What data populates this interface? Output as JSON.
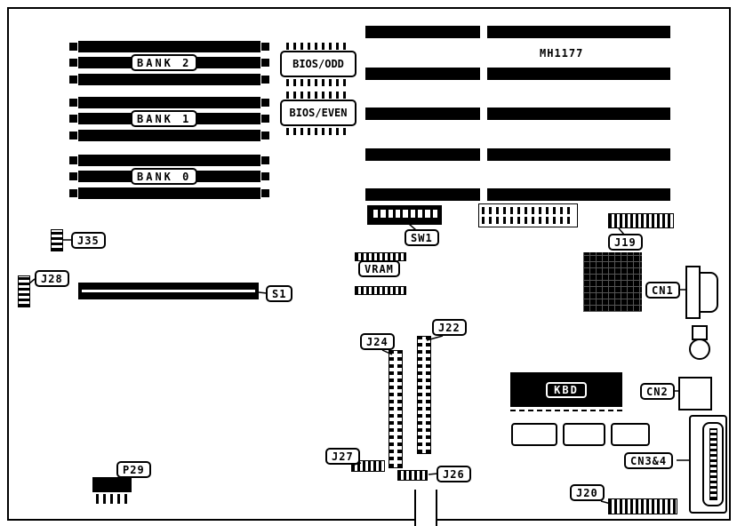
{
  "board": {
    "part_number": "MH1177",
    "memory_banks": [
      {
        "label": "BANK 2"
      },
      {
        "label": "BANK 1"
      },
      {
        "label": "BANK 0"
      }
    ],
    "chips": {
      "bios_odd": {
        "label": "BIOS/ODD"
      },
      "bios_even": {
        "label": "BIOS/EVEN"
      },
      "vram": {
        "label": "VRAM"
      },
      "kbd": {
        "label": "KBD"
      }
    },
    "connectors": {
      "sw1": {
        "label": "SW1"
      },
      "j19": {
        "label": "J19"
      },
      "j35": {
        "label": "J35"
      },
      "j28": {
        "label": "J28"
      },
      "s1": {
        "label": "S1"
      },
      "cn1": {
        "label": "CN1"
      },
      "cn2": {
        "label": "CN2"
      },
      "cn3_4": {
        "label": "CN3&4"
      },
      "j22": {
        "label": "J22"
      },
      "j24": {
        "label": "J24"
      },
      "j27": {
        "label": "J27"
      },
      "j26": {
        "label": "J26"
      },
      "p29": {
        "label": "P29"
      },
      "j20": {
        "label": "J20"
      }
    },
    "colors": {
      "line": "#000000",
      "background": "#ffffff"
    }
  }
}
